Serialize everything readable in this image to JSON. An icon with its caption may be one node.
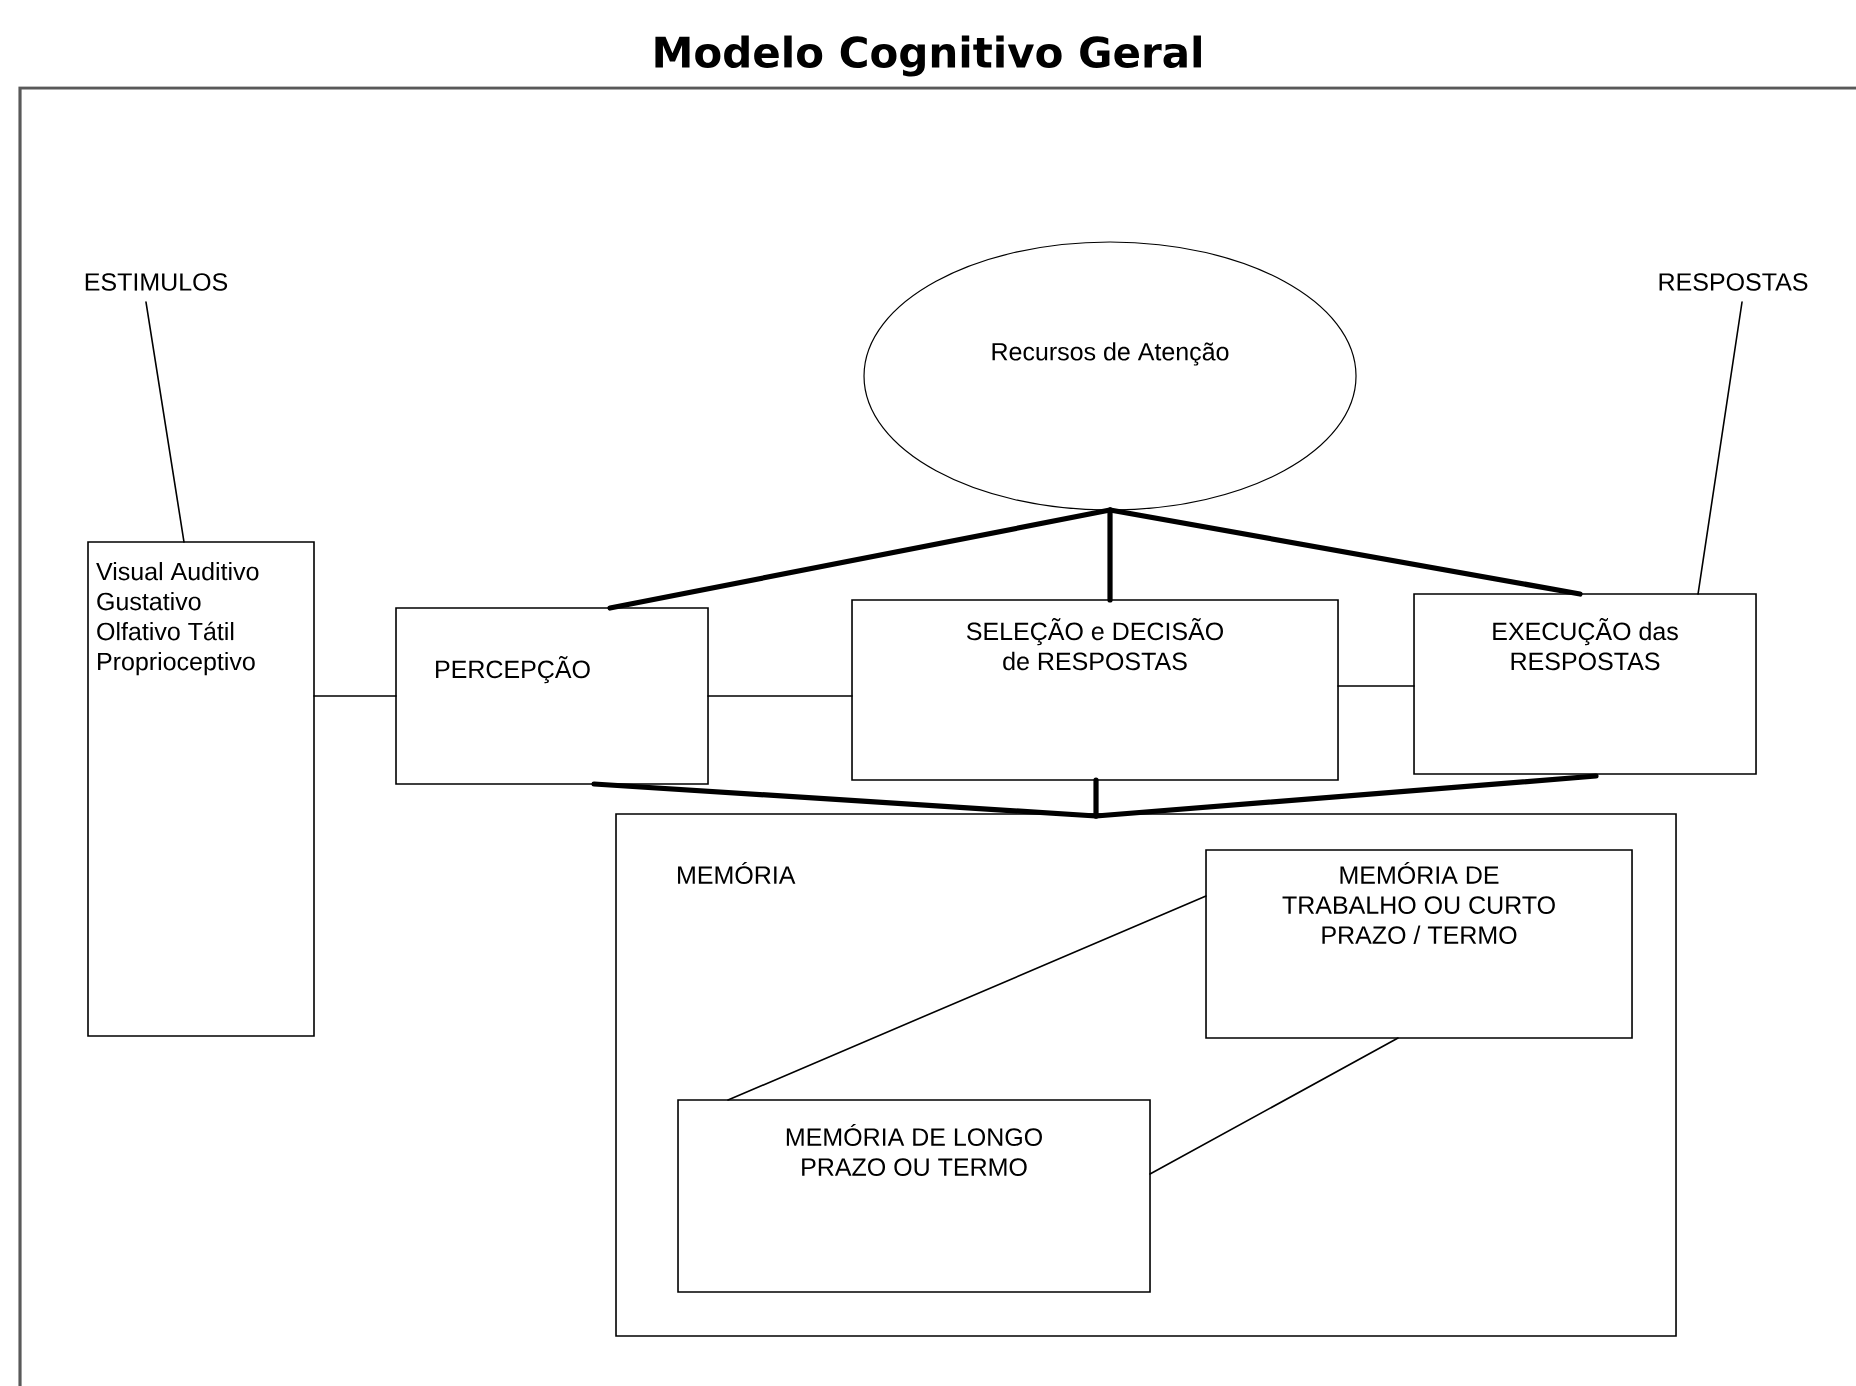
{
  "diagram": {
    "title": "Modelo Cognitivo Geral",
    "nodes": [
      {
        "text": [
          "ESTIMULOS"
        ]
      },
      {
        "text": [
          "Visual Auditivo Gustativo Olfativo Tátil Proprioceptivo"
        ]
      },
      {
        "text": [
          "Recursos de Atenção"
        ]
      },
      {
        "text": [
          "RESPOSTAS"
        ]
      },
      {
        "text": [
          "PERCEPÇÃO"
        ]
      },
      {
        "text": [
          "SELEÇÃO e DECISÃO de RESPOSTAS"
        ]
      },
      {
        "text": [
          "EXECUÇÃO das RESPOSTAS"
        ]
      },
      {
        "text": [
          "MEMÓRIA"
        ]
      },
      {
        "text": [
          "MEMÓRIA DE TRABALHO OU CURTO PRAZO / TERMO"
        ],
        "in": 7
      },
      {
        "text": [
          "MEMÓRIA DE LONGO PRAZO OU TERMO"
        ],
        "in": 7
      }
    ],
    "edges": [
      {
        "from": 0,
        "to": 1,
        "arrow": "none"
      },
      {
        "from": 1,
        "to": 4,
        "arrow": "none"
      },
      {
        "from": 2,
        "to": 4,
        "arrow": "none",
        "style": "thick"
      },
      {
        "from": 2,
        "to": 5,
        "arrow": "none",
        "style": "thick"
      },
      {
        "from": 2,
        "to": 6,
        "arrow": "none",
        "style": "thick"
      },
      {
        "from": 3,
        "to": 6,
        "arrow": "none"
      },
      {
        "from": 4,
        "to": 5,
        "arrow": "none"
      },
      {
        "from": 5,
        "to": 6,
        "arrow": "none"
      },
      {
        "from": 4,
        "to": 7,
        "arrow": "none",
        "style": "thick"
      },
      {
        "from": 5,
        "to": 7,
        "arrow": "none",
        "style": "thick"
      },
      {
        "from": 6,
        "to": 7,
        "arrow": "none",
        "style": "thick"
      },
      {
        "from": 8,
        "to": 9,
        "arrow": "none"
      },
      {
        "from": 8,
        "to": 9,
        "arrow": "none"
      }
    ]
  }
}
